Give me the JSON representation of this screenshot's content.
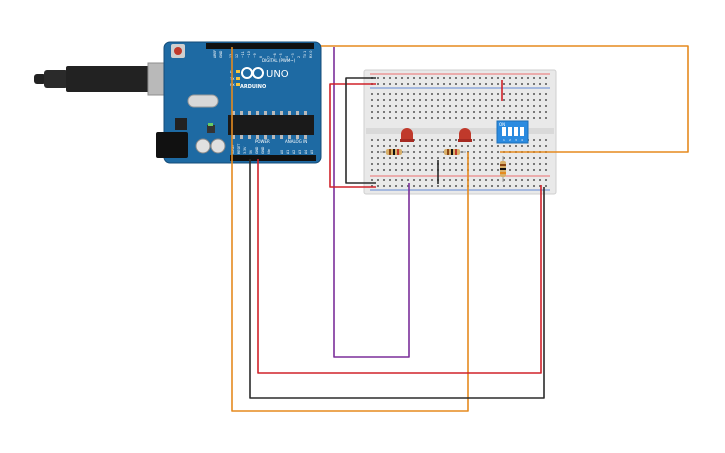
{
  "arduino": {
    "model": "UNO",
    "brand": "ARDUINO",
    "header_digital": "DIGITAL (PWM~)",
    "header_power": "POWER",
    "header_analog": "ANALOG IN",
    "label_tx": "TX",
    "label_rx": "RX",
    "label_l": "L",
    "label_aref": "AREF",
    "label_gnd": "GND",
    "label_5v": "5V",
    "label_3v3": "3.3V",
    "label_vin": "Vin",
    "label_ioref": "IOREF",
    "label_reset": "RESET",
    "pins_digital_high": [
      "13",
      "12",
      "~11",
      "~10",
      "~9",
      "8"
    ],
    "pins_digital_low": [
      "7",
      "~6",
      "~5",
      "4",
      "~3",
      "2",
      "TX 1",
      "RX 0"
    ],
    "pins_analog": [
      "A0",
      "A1",
      "A2",
      "A3",
      "A4",
      "A5"
    ]
  },
  "dip_switch": {
    "label": "ON",
    "numbers": [
      "1",
      "2",
      "3",
      "4"
    ]
  },
  "colors": {
    "board_blue": "#1e6aa3",
    "wire_orange": "#e58a1f",
    "wire_red": "#d0222a",
    "wire_black": "#2b2b2b",
    "wire_purple": "#7b2f9a",
    "led_red": "#c0392b",
    "breadboard": "#e9e9e9",
    "rail_red": "#e44",
    "rail_blue": "#36c"
  }
}
